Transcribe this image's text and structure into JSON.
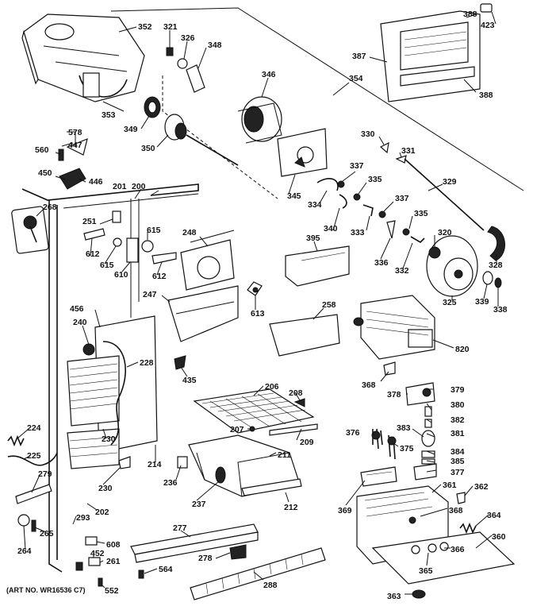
{
  "art_number": "(ART NO. WR16536 C7)",
  "parts": {
    "p352": "352",
    "p321": "321",
    "p326": "326",
    "p348": "348",
    "p346": "346",
    "p354": "354",
    "p387": "387",
    "p388a": "388",
    "p423": "423",
    "p388b": "388",
    "p353": "353",
    "p349": "349",
    "p350": "350",
    "p578": "578",
    "p447": "447",
    "p560": "560",
    "p450": "450",
    "p446": "446",
    "p201": "201",
    "p200": "200",
    "p268": "268",
    "p251": "251",
    "p612a": "612",
    "p615a": "615",
    "p610": "610",
    "p615b": "615",
    "p612b": "612",
    "p248": "248",
    "p247": "247",
    "p613": "613",
    "p345": "345",
    "p330": "330",
    "p331": "331",
    "p337a": "337",
    "p335a": "335",
    "p334": "334",
    "p340": "340",
    "p337b": "337",
    "p333": "333",
    "p335b": "335",
    "p329": "329",
    "p336": "336",
    "p332": "332",
    "p320": "320",
    "p328": "328",
    "p325": "325",
    "p339": "339",
    "p338": "338",
    "p395": "395",
    "p258": "258",
    "p820": "820",
    "p456": "456",
    "p240": "240",
    "p228": "228",
    "p435": "435",
    "p368a": "368",
    "p378": "378",
    "p379": "379",
    "p380": "380",
    "p382": "382",
    "p381": "381",
    "p384": "384",
    "p385": "385",
    "p377": "377",
    "p383": "383",
    "p376": "376",
    "p375": "375",
    "p206": "206",
    "p208": "208",
    "p207": "207",
    "p209": "209",
    "p230a": "230",
    "p211": "211",
    "p214": "214",
    "p224": "224",
    "p225": "225",
    "p279": "279",
    "p230b": "230",
    "p236": "236",
    "p237": "237",
    "p212": "212",
    "p202": "202",
    "p293": "293",
    "p265": "265",
    "p264": "264",
    "p608": "608",
    "p452": "452",
    "p261": "261",
    "p552": "552",
    "p277": "277",
    "p278": "278",
    "p564": "564",
    "p288": "288",
    "p369": "369",
    "p361": "361",
    "p362": "362",
    "p368b": "368",
    "p364": "364",
    "p360": "360",
    "p366": "366",
    "p365": "365",
    "p363": "363"
  }
}
